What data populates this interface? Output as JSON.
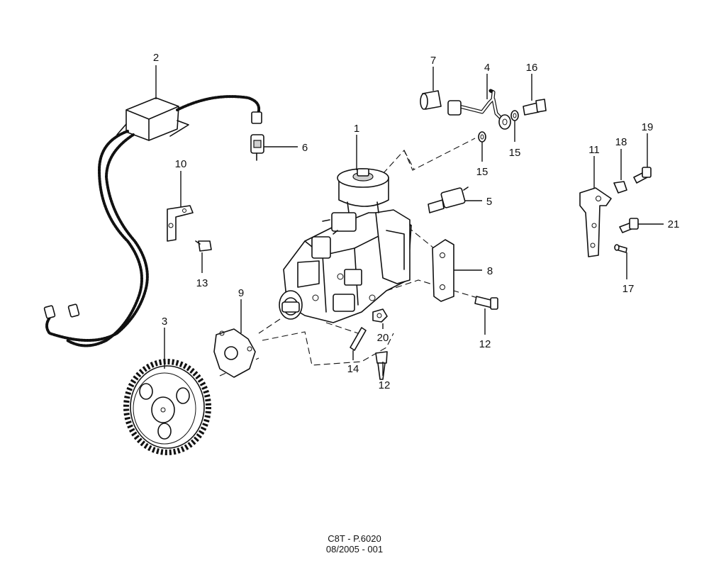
{
  "callouts": {
    "c1": "1",
    "c2": "2",
    "c3": "3",
    "c4": "4",
    "c5": "5",
    "c6": "6",
    "c7": "7",
    "c8": "8",
    "c9": "9",
    "c10": "10",
    "c11": "11",
    "c12a": "12",
    "c12b": "12",
    "c13": "13",
    "c14": "14",
    "c15a": "15",
    "c15b": "15",
    "c16": "16",
    "c17": "17",
    "c18": "18",
    "c19": "19",
    "c20": "20",
    "c21": "21"
  },
  "footer": {
    "code": "C8T - P.6020",
    "date_ref": "08/2005 - 001"
  }
}
